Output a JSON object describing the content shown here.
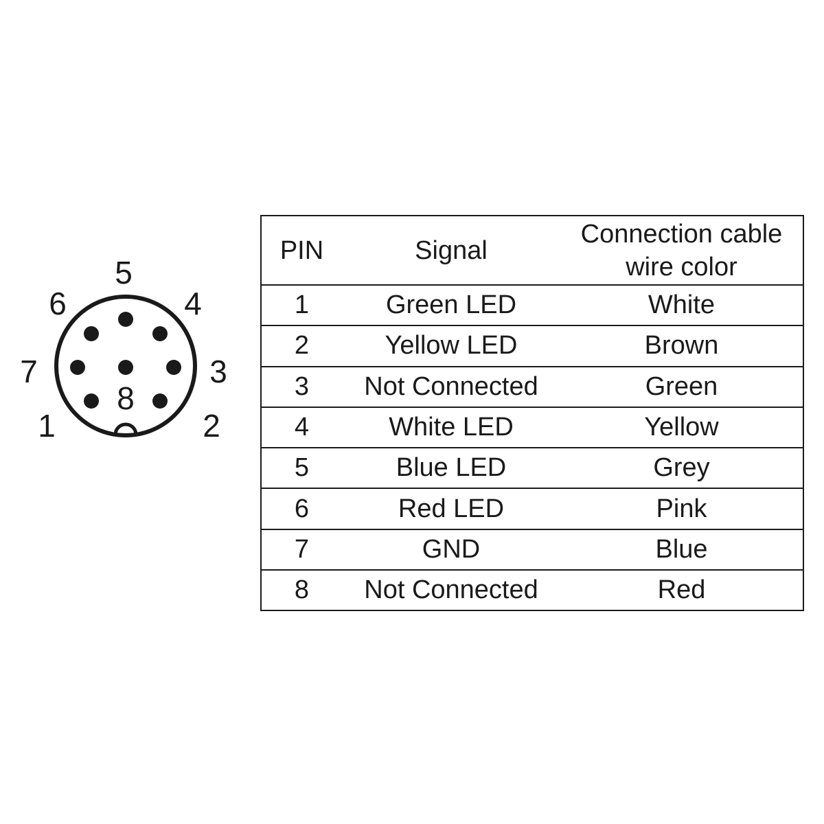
{
  "connector": {
    "pin_labels": [
      "1",
      "2",
      "3",
      "4",
      "5",
      "6",
      "7",
      "8"
    ]
  },
  "table": {
    "headers": {
      "pin": "PIN",
      "signal": "Signal",
      "color_line1": "Connection cable",
      "color_line2": "wire color"
    },
    "rows": [
      {
        "pin": "1",
        "signal": "Green LED",
        "color": "White"
      },
      {
        "pin": "2",
        "signal": "Yellow LED",
        "color": "Brown"
      },
      {
        "pin": "3",
        "signal": "Not Connected",
        "color": "Green"
      },
      {
        "pin": "4",
        "signal": "White LED",
        "color": "Yellow"
      },
      {
        "pin": "5",
        "signal": "Blue LED",
        "color": "Grey"
      },
      {
        "pin": "6",
        "signal": "Red LED",
        "color": "Pink"
      },
      {
        "pin": "7",
        "signal": "GND",
        "color": "Blue"
      },
      {
        "pin": "8",
        "signal": "Not Connected",
        "color": "Red"
      }
    ]
  },
  "colors": {
    "ink": "#1a1a1a",
    "background": "#ffffff"
  }
}
